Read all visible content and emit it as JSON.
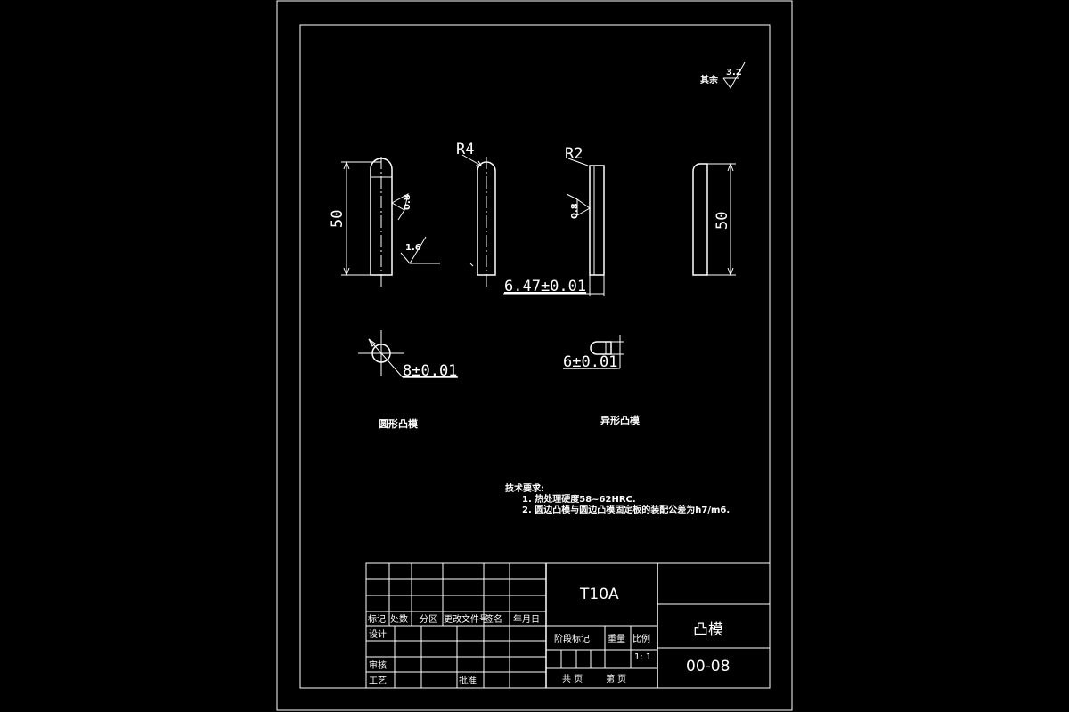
{
  "drawing": {
    "surface_finish_other": {
      "label": "其余",
      "value": "3.2"
    },
    "roughness_marks": [
      "0.8",
      "1.6",
      "0.8"
    ],
    "radius_labels": {
      "round": "R4",
      "shaped": "R2"
    },
    "dimensions": {
      "length_left": "50",
      "length_right": "50",
      "width_shaped": "6.47±0.01",
      "diameter_round": "8±0.01",
      "width_shaped_section": "6±0.01"
    },
    "view_captions": {
      "round_punch": "圆形凸模",
      "shaped_punch": "异形凸模"
    },
    "tech_requirements": {
      "title": "技术要求:",
      "items": [
        "1. 热处理硬度58~62HRC.",
        "2. 圆边凸模与圆边凸模固定板的装配公差为h7/m6."
      ]
    }
  },
  "title_block": {
    "material": "T10A",
    "part_name": "凸模",
    "drawing_no": "00-08",
    "revision_headers": [
      "标记",
      "处数",
      "分区",
      "更改文件号",
      "签名",
      "年月日"
    ],
    "roles": {
      "design": "设计",
      "review": "审核",
      "process": "工艺",
      "approve": "批准"
    },
    "stage_mark": "阶段标记",
    "weight": "重量",
    "scale_label": "比例",
    "scale_value": "1: 1",
    "sheets_total": "共 页",
    "sheet_no": "第 页"
  }
}
